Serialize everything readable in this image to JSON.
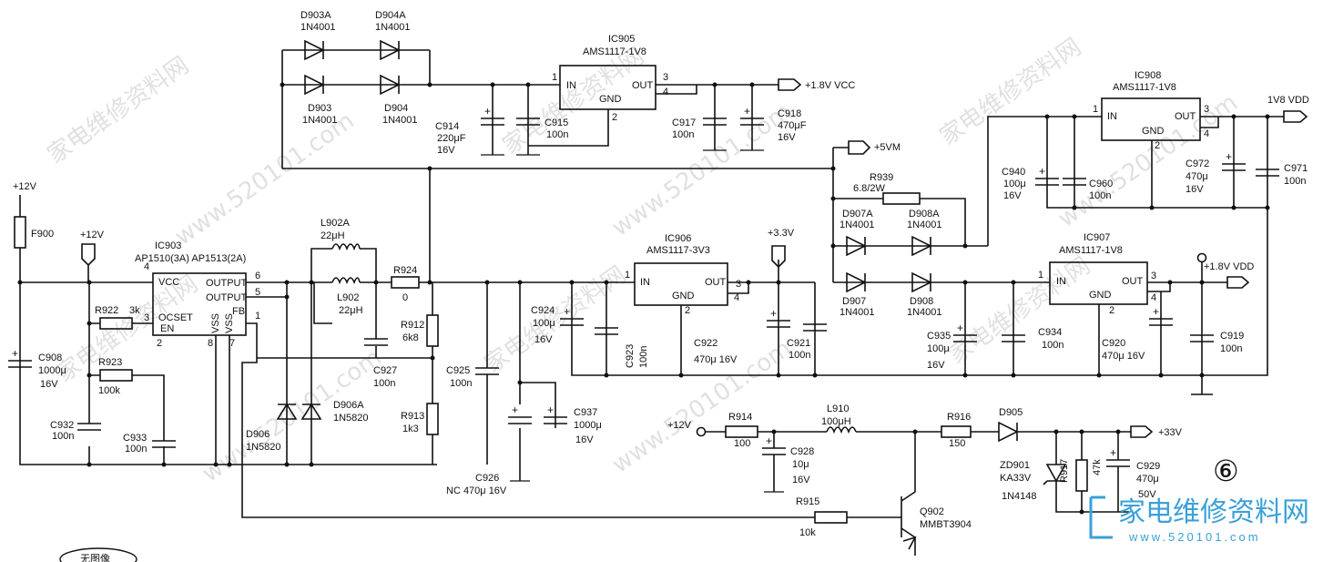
{
  "diagram": {
    "labels": {
      "d903a": "D903A",
      "d903a_pn": "1N4001",
      "d904a": "D904A",
      "d904a_pn": "1N4001",
      "d903": "D903",
      "d903_pn": "1N4001",
      "d904": "D904",
      "d904_pn": "1N4001",
      "ic905": "IC905",
      "ic905_pn": "AMS1117-1V8",
      "ic905_in": "IN",
      "ic905_out": "OUT",
      "ic905_gnd": "GND",
      "ic905_p1": "1",
      "ic905_p2": "2",
      "ic905_p3": "3",
      "ic905_p4": "4",
      "vcc18": "+1.8V VCC",
      "c914": "C914",
      "c914_v": "220μF",
      "c914_u": "16V",
      "c915": "C915",
      "c915_v": "100n",
      "c917": "C917",
      "c917_v": "100n",
      "c918": "C918",
      "c918_v": "470μF",
      "c918_u": "16V",
      "ic908": "IC908",
      "ic908_pn": "AMS1117-1V8",
      "ic908_in": "IN",
      "ic908_out": "OUT",
      "ic908_gnd": "GND",
      "ic908_p1": "1",
      "ic908_p2": "2",
      "ic908_p3": "3",
      "ic908_p4": "4",
      "vdd18a": "1V8 VDD",
      "c940": "C940",
      "c940_v": "100μ",
      "c940_u": "16V",
      "c960": "C960",
      "c960_v": "100n",
      "c972": "C972",
      "c972_v": "470μ",
      "c972_u": "16V",
      "c971": "C971",
      "c971_v": "100n",
      "p5vm": "+5VM",
      "r939": "R939",
      "r939_v": "6.8/2W",
      "d907a": "D907A",
      "d907a_pn": "1N4001",
      "d908a": "D908A",
      "d908a_pn": "1N4001",
      "d907": "D907",
      "d907_pn": "1N4001",
      "d908": "D908",
      "d908_pn": "1N4001",
      "p12a": "+12V",
      "f900": "F900",
      "p12b": "+12V",
      "ic903": "IC903",
      "ic903_pn": "AP1510(3A) AP1513(2A)",
      "ic903_vcc": "VCC",
      "ic903_o1": "OUTPUT",
      "ic903_o2": "OUTPUT",
      "ic903_fb": "FB",
      "ic903_ocset": "OCSET",
      "ic903_en": "EN",
      "ic903_vss1": "VSS",
      "ic903_vss2": "VSS",
      "ic903_p4": "4",
      "ic903_p6": "6",
      "ic903_p5": "5",
      "ic903_p1": "1",
      "ic903_p3": "3",
      "ic903_p2": "2",
      "ic903_p8": "8",
      "ic903_p7": "7",
      "c908": "C908",
      "c908_v": "1000μ",
      "c908_u": "16V",
      "r922": "R922",
      "r922_v": "3k",
      "r923": "R923",
      "r923_v": "100k",
      "c932": "C932",
      "c932_v": "100n",
      "c933": "C933",
      "c933_v": "100n",
      "l902a": "L902A",
      "l902a_v": "22μH",
      "l902": "L902",
      "l902_v": "22μH",
      "r924": "R924",
      "r924_v": "0",
      "r912": "R912",
      "r912_v": "6k8",
      "c927": "C927",
      "c927_v": "100n",
      "d906": "D906",
      "d906_pn": "1N5820",
      "d906a": "D906A",
      "d906a_pn": "1N5820",
      "r913": "R913",
      "r913_v": "1k3",
      "c925": "C925",
      "c925_v": "100n",
      "c926": "C926",
      "c926_v": "NC 470μ 16V",
      "c937": "C937",
      "c937_v": "1000μ",
      "c937_u": "16V",
      "ic906": "IC906",
      "ic906_pn": "AMS1117-3V3",
      "ic906_in": "IN",
      "ic906_out": "OUT",
      "ic906_gnd": "GND",
      "ic906_p1": "1",
      "ic906_p2": "2",
      "ic906_p3": "3",
      "ic906_p4": "4",
      "p33": "+3.3V",
      "c924": "C924",
      "c924_v": "100μ",
      "c924_u": "16V",
      "c923": "C923",
      "c923_v": "100n",
      "c922": "C922",
      "c922_v": "470μ 16V",
      "c921": "C921",
      "c921_v": "100n",
      "ic907": "IC907",
      "ic907_pn": "AMS1117-1V8",
      "ic907_in": "IN",
      "ic907_out": "OUT",
      "ic907_gnd": "GND",
      "ic907_p1": "1",
      "ic907_p2": "2",
      "ic907_p3": "3",
      "ic907_p4": "4",
      "vdd18b": "+1.8V VDD",
      "c935": "C935",
      "c935_v": "100μ",
      "c935_u": "16V",
      "c934": "C934",
      "c934_v": "100n",
      "c920": "C920",
      "c920_v": "470μ 16V",
      "c919": "C919",
      "c919_v": "100n",
      "p12c": "+12V",
      "r914": "R914",
      "r914_v": "100",
      "l910": "L910",
      "l910_v": "100μH",
      "r916": "R916",
      "r916_v": "150",
      "d905": "D905",
      "p33v": "+33V",
      "c928": "C928",
      "c928_v": "10μ",
      "c928_u": "16V",
      "zd901": "ZD901",
      "zd901_pn": "KA33V",
      "r917": "R917",
      "r917_v": "47k",
      "c929": "C929",
      "c929_v": "470μ",
      "c929_u": "50V",
      "in4148": "1N4148",
      "r915": "R915",
      "r915_v": "10k",
      "q902": "Q902",
      "q902_pn": "MMBT3904",
      "sheet_no": "⑥",
      "stamp": "无图像"
    },
    "watermark": {
      "text": "家电维修资料网",
      "url": "www.520101.com",
      "logo_text": "家电维修资料网",
      "logo_url": "www.520101.com"
    }
  }
}
